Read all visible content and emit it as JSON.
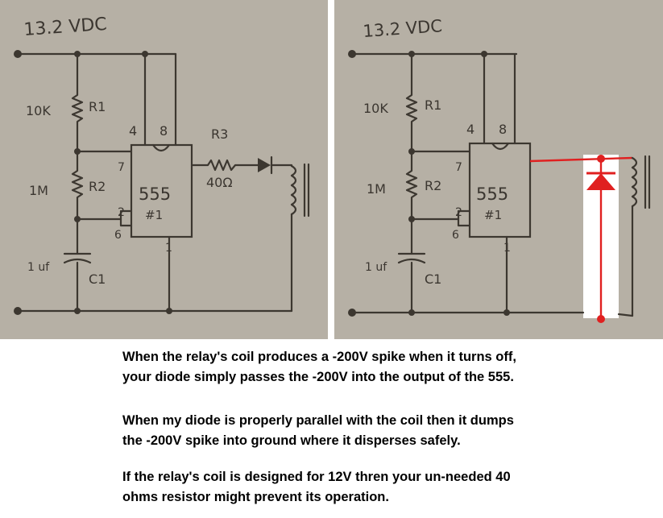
{
  "left_schematic": {
    "supply_label": "13.2 VDC",
    "r1_value": "10K",
    "r1_name": "R1",
    "r2_value": "1M",
    "r2_name": "R2",
    "c1_value": "1 uf",
    "c1_name": "C1",
    "ic_label": "555",
    "ic_number": "#1",
    "pin_4": "4",
    "pin_8": "8",
    "pin_7": "7",
    "pin_2": "2",
    "pin_6": "6",
    "pin_1": "1",
    "r3_name": "R3",
    "r3_value": "40Ω"
  },
  "right_schematic": {
    "supply_label": "13.2 VDC",
    "r1_value": "10K",
    "r1_name": "R1",
    "r2_value": "1M",
    "r2_name": "R2",
    "c1_value": "1 uf",
    "c1_name": "C1",
    "ic_label": "555",
    "ic_number": "#1",
    "pin_4": "4",
    "pin_8": "8",
    "pin_7": "7",
    "pin_2": "2",
    "pin_6": "6",
    "pin_1": "1",
    "highlight_color": "#e02020"
  },
  "caption": {
    "p1_line1": "When the relay's coil produces a -200V spike when it turns off,",
    "p1_line2": "your diode simply passes the -200V into the output of the 555.",
    "p2_line1": "When my diode is properly parallel with the coil then it dumps",
    "p2_line2": "the -200V spike into ground where it disperses safely.",
    "p3_line1": "If the relay's coil is designed for 12V thren your un-needed 40",
    "p3_line2": "ohms resistor might prevent its operation."
  }
}
